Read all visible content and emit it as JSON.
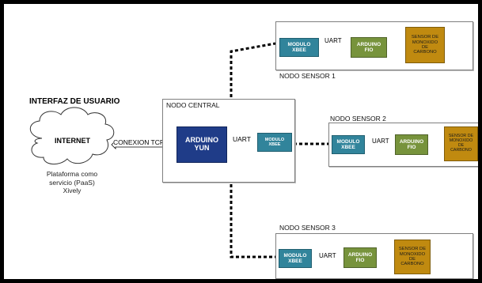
{
  "user_interface": {
    "title": "INTERFAZ DE USUARIO",
    "cloud_label": "INTERNET",
    "platform_caption": [
      "Plataforma como",
      "servicio (PaaS)",
      "Xively"
    ]
  },
  "connection_label": "CONEXION TCP/IP",
  "central_node": {
    "title": "NODO CENTRAL",
    "arduino_label": [
      "ARDUINO",
      "YUN"
    ],
    "uart_label": "UART",
    "xbee_label": [
      "MODULO",
      "XBEE"
    ]
  },
  "sensor_nodes": [
    {
      "title": "NODO SENSOR 1",
      "xbee": [
        "MODULO",
        "XBEE"
      ],
      "uart": "UART",
      "arduino": [
        "ARDUINO",
        "FIO"
      ],
      "sensor": [
        "SENSOR DE",
        "MONOXIDO",
        "DE",
        "CARBONO"
      ]
    },
    {
      "title": "NODO SENSOR 2",
      "xbee": [
        "MODULO",
        "XBEE"
      ],
      "uart": "UART",
      "arduino": [
        "ARDUINO",
        "FIO"
      ],
      "sensor": [
        "SENSOR DE",
        "MONOXIDO",
        "DE",
        "CARBONO"
      ]
    },
    {
      "title": "NODO SENSOR 3",
      "xbee": [
        "MODULO",
        "XBEE"
      ],
      "uart": "UART",
      "arduino": [
        "ARDUINO",
        "FIO"
      ],
      "sensor": [
        "SENSOR DE",
        "MONOXIDO",
        "DE",
        "CARBONO"
      ]
    }
  ],
  "colors": {
    "xbee": "#31849b",
    "fio": "#77933c",
    "sensor": "#c08a10",
    "yun": "#1f3c88"
  }
}
